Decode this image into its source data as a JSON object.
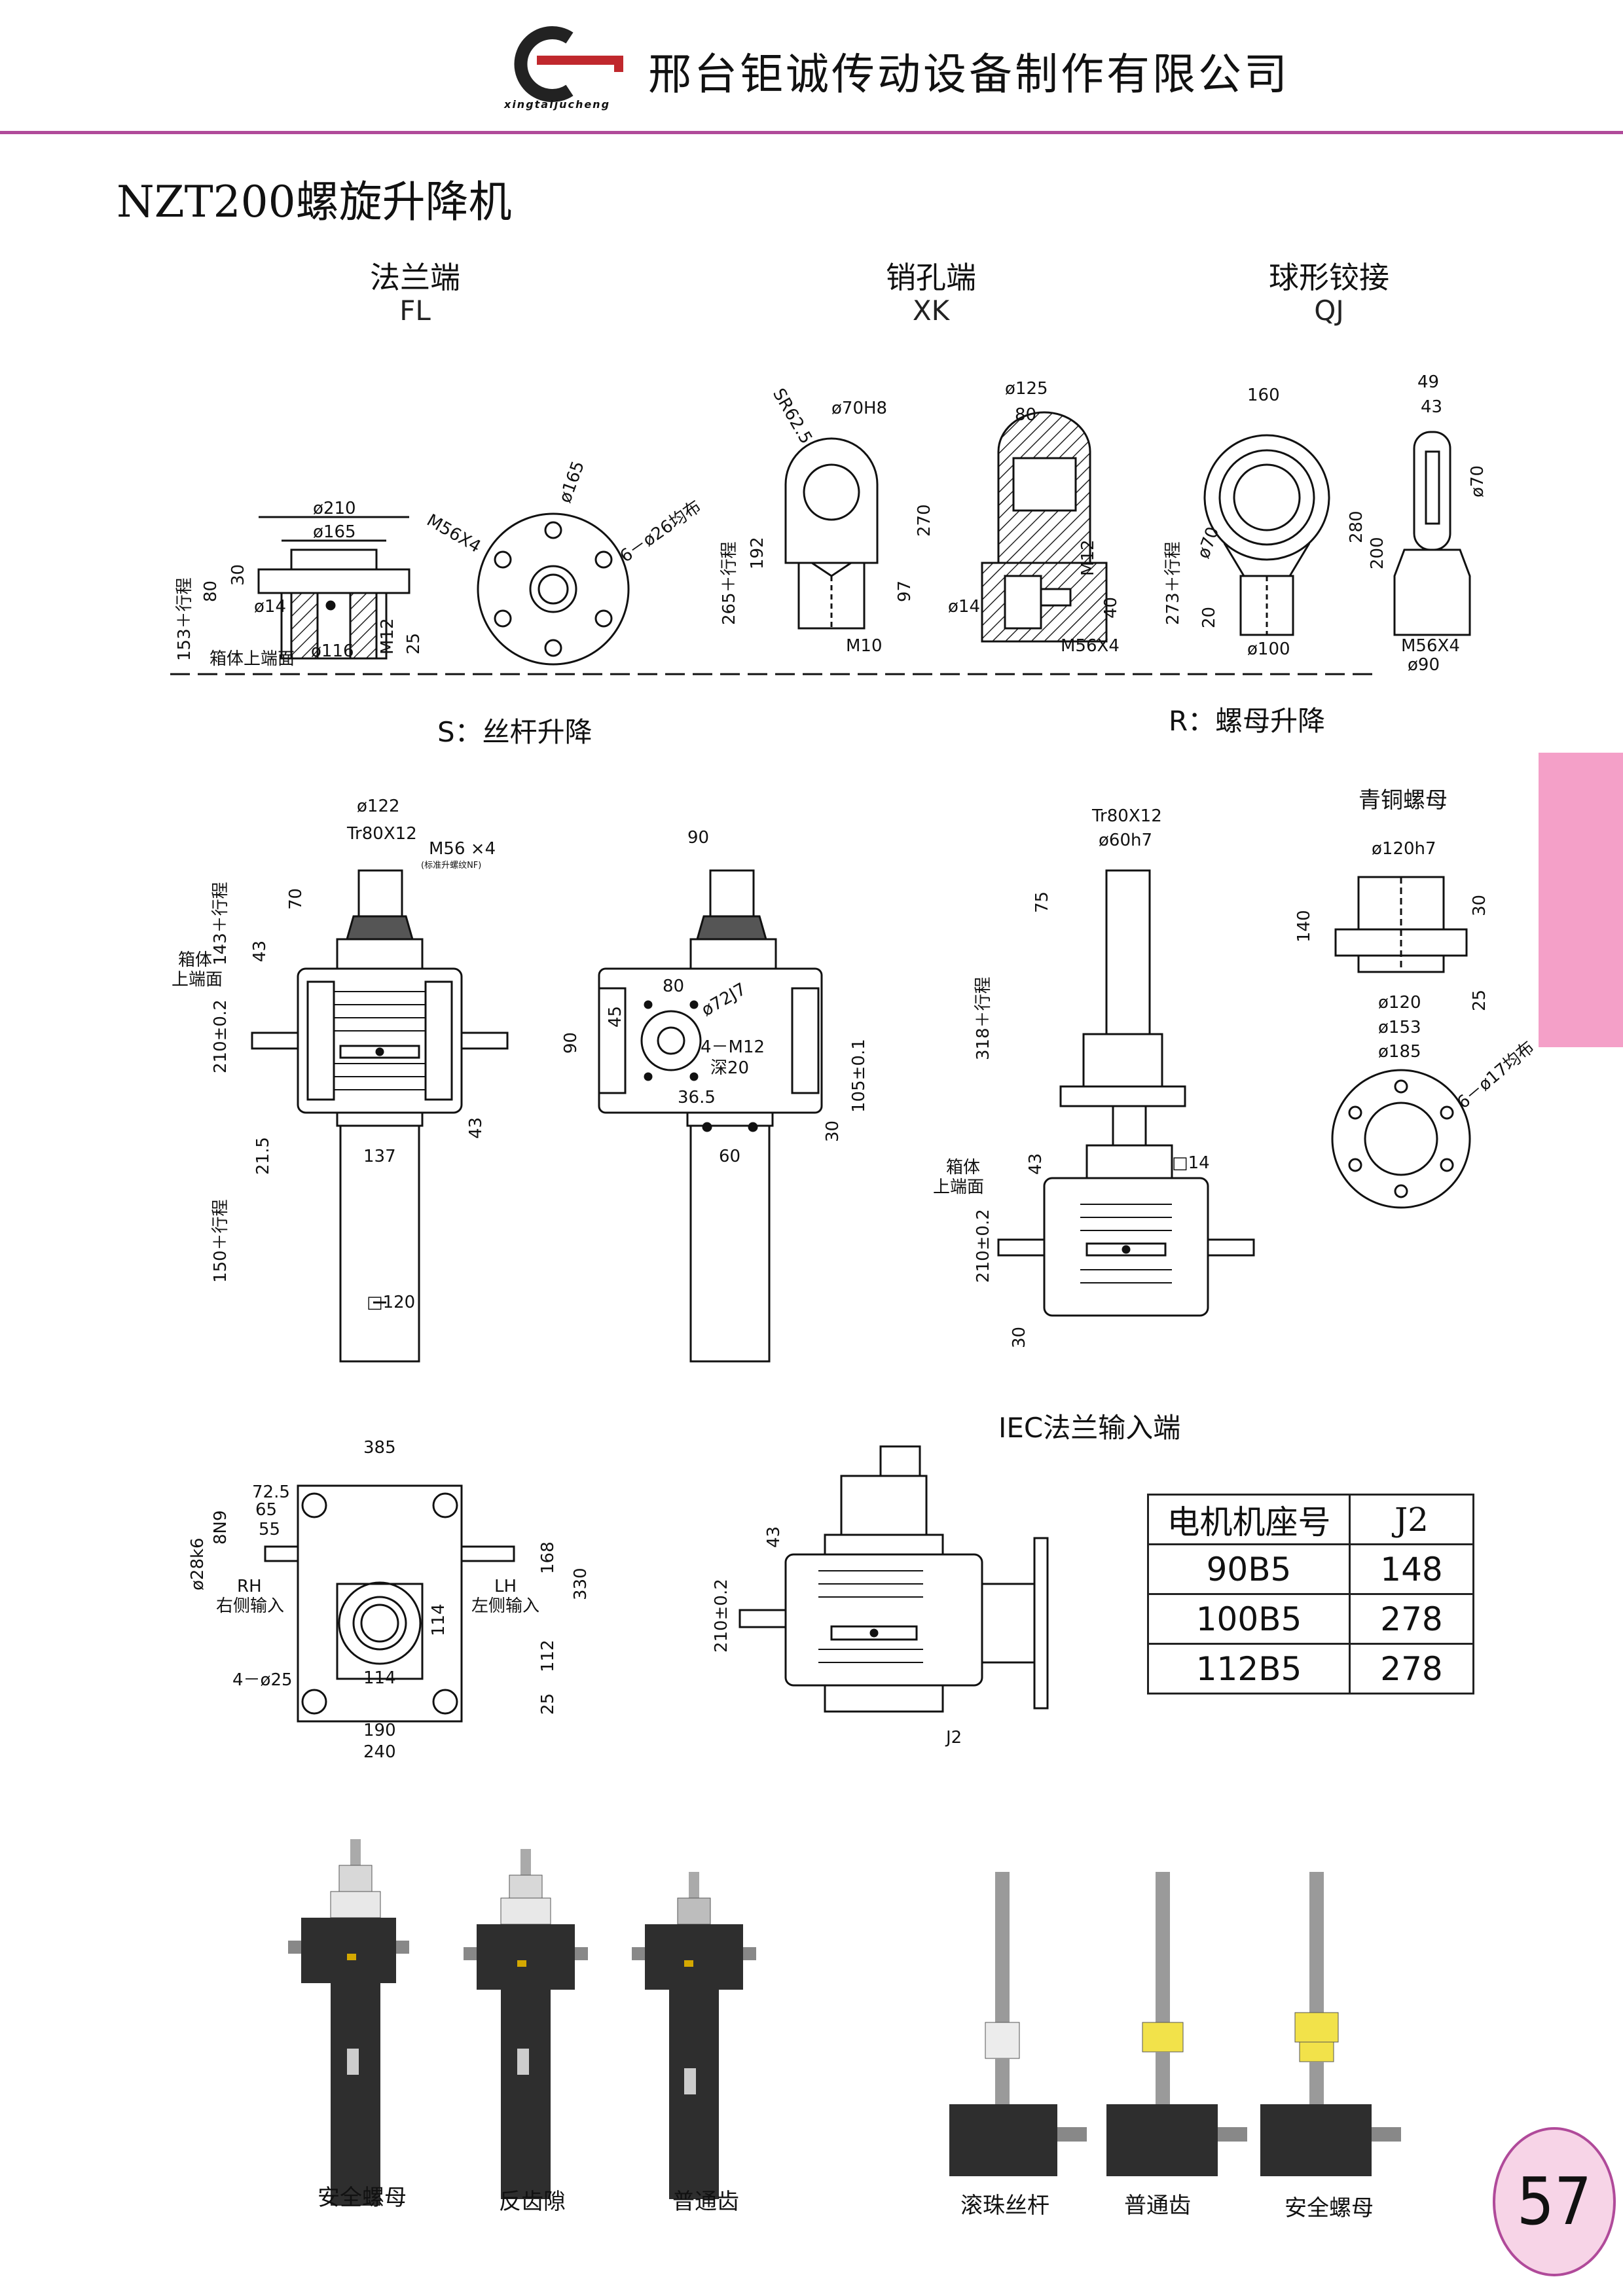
{
  "header": {
    "company": "邢台钜诚传动设备制作有限公司",
    "logo_text": "xingtaijucheng"
  },
  "title": "NZT200螺旋升降机",
  "end_types": [
    {
      "cn": "法兰端",
      "code": "FL"
    },
    {
      "cn": "销孔端",
      "code": "XK"
    },
    {
      "cn": "球形铰接",
      "code": "QJ"
    }
  ],
  "lift_types": {
    "s": "S：丝杆升降",
    "r": "R：螺母升降"
  },
  "bronze_nut": "青铜螺母",
  "iec_title": "IEC法兰输入端",
  "motor_table": {
    "headers": [
      "电机机座号",
      "J2"
    ],
    "rows": [
      [
        "90B5",
        "148"
      ],
      [
        "100B5",
        "278"
      ],
      [
        "112B5",
        "278"
      ]
    ]
  },
  "dims": {
    "fl": {
      "d210": "ø210",
      "d165": "ø165",
      "d14": "ø14",
      "d116": "ø116",
      "h30": "30",
      "h80": "80",
      "h153": "153＋行程",
      "m12": "M12",
      "h25": "25",
      "box_top": "箱体上端面",
      "m56": "M56X4",
      "d165b": "ø165",
      "holes": "6－ø26均布"
    },
    "xk": {
      "sr": "SR62.5",
      "d70": "ø70H8",
      "h192": "192",
      "h265": "265＋行程",
      "m10": "M10",
      "d125": "ø125",
      "w80": "80",
      "h270": "270",
      "h97": "97",
      "d14": "ø14",
      "m12": "M12",
      "h40": "40",
      "m56": "M56X4"
    },
    "qj": {
      "w160": "160",
      "d70": "ø70",
      "h273": "273＋行程",
      "h20": "20",
      "d100": "ø100",
      "w49": "49",
      "w43": "43",
      "d70b": "ø70",
      "h280": "280",
      "h200": "200",
      "m56": "M56X4",
      "d90": "ø90"
    },
    "s": {
      "d122": "ø122",
      "tr": "Tr80X12",
      "m56": "M56 ×4",
      "note": "(标准升螺纹NF)",
      "h70": "70",
      "h143": "143＋行程",
      "h43": "43",
      "box1": "箱体",
      "box2": "上端面",
      "h210": "210±0.2",
      "h21": "21.5",
      "w137": "137",
      "h43b": "43",
      "h150": "150＋行程",
      "sq120": "□120"
    },
    "s2": {
      "w90": "90",
      "w80": "80",
      "h45": "45",
      "d72": "ø72J7",
      "m12": "4－M12",
      "deep": "深20",
      "h90": "90",
      "w36": "36.5",
      "h105": "105±0.1",
      "h30": "30",
      "w60": "60"
    },
    "r": {
      "tr": "Tr80X12",
      "d60": "ø60h7",
      "h75": "75",
      "h318": "318＋行程",
      "h43": "43",
      "sq114": "□14",
      "box1": "箱体",
      "box2": "上端面",
      "h210": "210±0.2",
      "h30": "30"
    },
    "nut": {
      "d120h7": "ø120h7",
      "h140": "140",
      "h30": "30",
      "d120": "ø120",
      "h25": "25",
      "d153": "ø153",
      "d185": "ø185",
      "holes": "6－ø17均布"
    },
    "base": {
      "w385": "385",
      "w72": "72.5",
      "w65": "65",
      "w55": "55",
      "key": "8N9",
      "shaft": "ø28k6",
      "rh1": "RH",
      "rh2": "右侧输入",
      "lh1": "LH",
      "lh2": "左侧输入",
      "h168": "168",
      "h330": "330",
      "w114": "114",
      "h114": "114",
      "h112": "112",
      "holes": "4－ø25",
      "h25": "25",
      "w190": "190",
      "w240": "240"
    },
    "iec": {
      "h43": "43",
      "h210": "210±0.2",
      "j2": "J2"
    }
  },
  "photos": {
    "left": [
      "安全螺母",
      "反齿隙",
      "普通齿"
    ],
    "right": [
      "滚珠丝杆",
      "普通齿",
      "安全螺母"
    ]
  },
  "page_number": "57",
  "colors": {
    "accent": "#b04a9a",
    "tab": "#f4a0c8",
    "logo_red": "#c0282d",
    "yellow_nut": "#f2e24a"
  }
}
